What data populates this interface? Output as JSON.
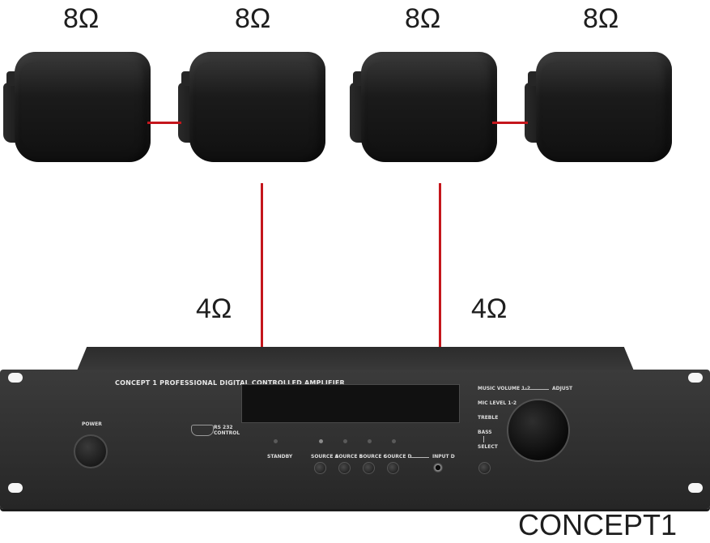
{
  "speakers": [
    {
      "impedance": "8Ω"
    },
    {
      "impedance": "8Ω"
    },
    {
      "impedance": "8Ω"
    },
    {
      "impedance": "8Ω"
    }
  ],
  "pairs": [
    {
      "impedance": "4Ω"
    },
    {
      "impedance": "4Ω"
    }
  ],
  "amplifier": {
    "brand_line": "CONCEPT 1  PROFESSIONAL DIGITAL CONTROLLED AMPLIFIER",
    "power_label": "POWER",
    "rs232_label": "RS 232 CONTROL",
    "standby_label": "STANDBY",
    "source_a": "SOURCE A",
    "source_b": "SOURCE B",
    "source_c": "SOURCE C",
    "source_d": "SOURCE D",
    "input_d": "INPUT D",
    "music_volume": "MUSIC VOLUME 1-2",
    "adjust": "ADJUST",
    "mic_level": "MIC LEVEL 1-2",
    "treble": "TREBLE",
    "bass": "BASS",
    "select": "SELECT"
  },
  "model_name": "CONCEPT1",
  "colors": {
    "wire": "#c4161c",
    "chassis": "#333333"
  }
}
